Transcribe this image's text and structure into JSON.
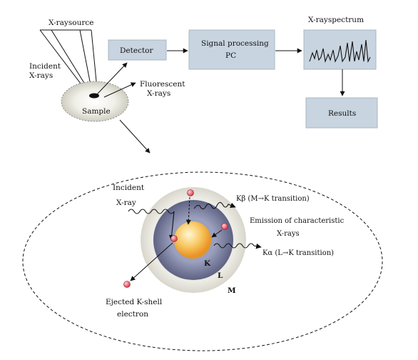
{
  "top": {
    "xray_source": "X-raysource",
    "incident_line1": "Incident",
    "incident_line2": "X-rays",
    "detector": "Detector",
    "fluorescent_line1": "Fluorescent",
    "fluorescent_line2": "X-rays",
    "sample": "Sample",
    "signal_line1": "Signal processing",
    "signal_line2": "PC",
    "spectrum_title": "X-rayspectrum",
    "results": "Results"
  },
  "atom": {
    "incident_line1": "Incident",
    "incident_line2": "X-ray",
    "kb": "Kβ (M→K transition)",
    "emission_line1": "Emission of characteristic",
    "emission_line2": "X-rays",
    "ka": "Kα (L→K transition)",
    "shell_k": "K",
    "shell_l": "L",
    "shell_m": "M",
    "ejected_line1": "Ejected K-shell",
    "ejected_line2": "electron"
  },
  "colors": {
    "box_fill": "#c8d4df",
    "box_stroke": "#aab8c6",
    "core_color": "#f4a93a",
    "k_shell": "#7b7f9e",
    "l_shell": "#e3e2db",
    "electron": "#e05a67"
  }
}
